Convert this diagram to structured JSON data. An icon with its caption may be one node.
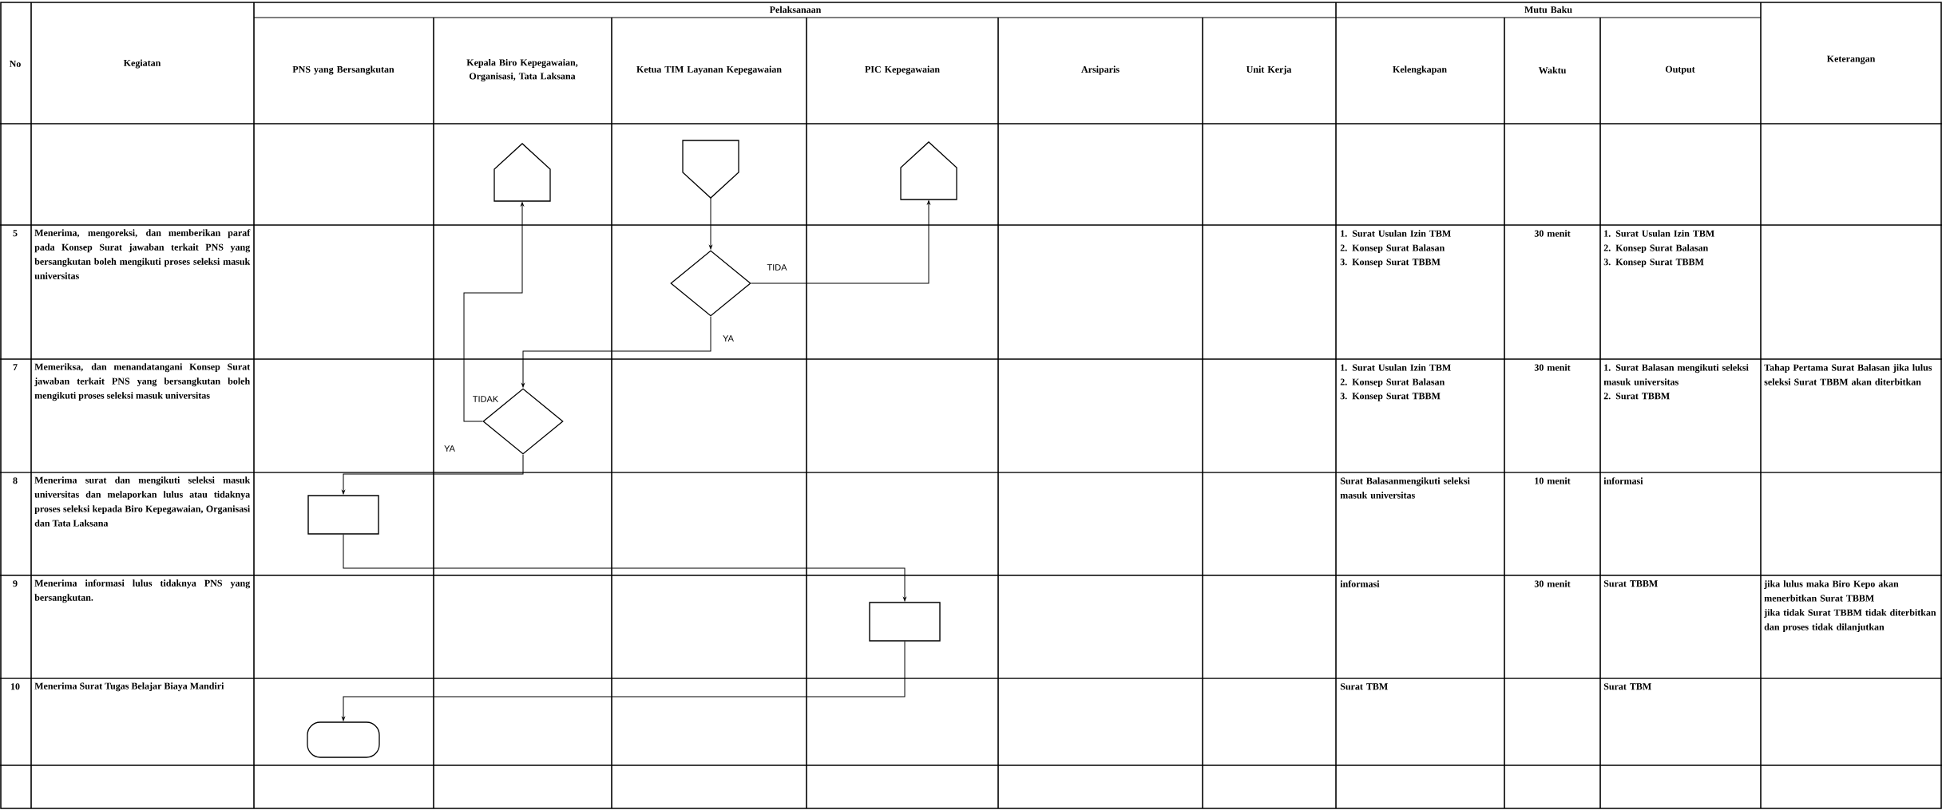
{
  "diagram": {
    "nodes": [
      {
        "text": [],
        "shape": "pentagon"
      },
      {
        "text": [],
        "shape": "pentagon"
      },
      {
        "text": [],
        "shape": "pentagon"
      },
      {
        "text": [],
        "shape": "diamond"
      },
      {
        "text": [],
        "shape": "diamond"
      },
      {
        "text": [],
        "shape": "box"
      },
      {
        "text": [],
        "shape": "box"
      },
      {
        "text": [],
        "shape": "capsule"
      }
    ],
    "edges": [
      {
        "from": 1,
        "to": 3,
        "arrow": "to"
      },
      {
        "from": 3,
        "to": 2,
        "arrow": "to",
        "label": "TIDA"
      },
      {
        "from": 3,
        "to": 4,
        "arrow": "to",
        "label": "YA"
      },
      {
        "from": 4,
        "to": 0,
        "arrow": "to",
        "label": "TIDAK"
      },
      {
        "from": 4,
        "to": 5,
        "arrow": "to",
        "label": "YA"
      },
      {
        "from": 5,
        "to": 6,
        "arrow": "to"
      },
      {
        "from": 6,
        "to": 7,
        "arrow": "to"
      }
    ],
    "labels": [
      "No",
      "Kegiatan",
      "Pelaksanaan",
      "Mutu Baku",
      "Keterangan",
      "PNS yang Bersangkutan",
      "Kepala Biro Kepegawaian, Organisasi, Tata Laksana",
      "Ketua TIM Layanan Kepegawaian",
      "PIC Kepegawaian",
      "Arsiparis",
      "Unit Kerja",
      "Kelengkapan",
      "Waktu",
      "Output",
      "5",
      "Menerima, mengoreksi, dan memberikan paraf pada Konsep Surat jawaban terkait PNS yang bersangkutan boleh mengikuti proses seleksi masuk universitas",
      "1. Surat Usulan Izin TBM",
      "2. Konsep Surat Balasan",
      "3. Konsep Surat TBBM",
      "30 menit",
      "1. Surat Usulan Izin TBM",
      "2. Konsep Surat Balasan",
      "3. Konsep Surat TBBM",
      "7",
      "Memeriksa, dan menandatangani Konsep Surat jawaban terkait PNS yang bersangkutan boleh mengikuti proses seleksi masuk universitas",
      "1. Surat Usulan Izin TBM",
      "2. Konsep Surat Balasan",
      "3. Konsep Surat TBBM",
      "30 menit",
      "1. Surat Balasan mengikuti seleksi masuk universitas",
      "2. Surat TBBM",
      "Tahap Pertama Surat Balasan jika lulus seleksi Surat TBBM akan diterbitkan",
      "8",
      "Menerima surat dan mengikuti seleksi masuk universitas dan melaporkan lulus atau tidaknya proses seleksi kepada Biro Kepegawaian, Organisasi dan Tata Laksana",
      "Surat Balasanmengikuti seleksi masuk universitas",
      "10 menit",
      "informasi",
      "9",
      "Menerima informasi lulus tidaknya PNS yang bersangkutan.",
      "informasi",
      "30 menit",
      "Surat TBBM",
      "jika lulus maka Biro Kepo akan menerbitkan Surat TBBM",
      "jika tidak Surat TBBM tidak diterbitkan dan proses tidak dilanjutkan",
      "10",
      "Menerima Surat Tugas Belajar Biaya Mandiri",
      "Surat TBM",
      "Surat TBM"
    ]
  }
}
